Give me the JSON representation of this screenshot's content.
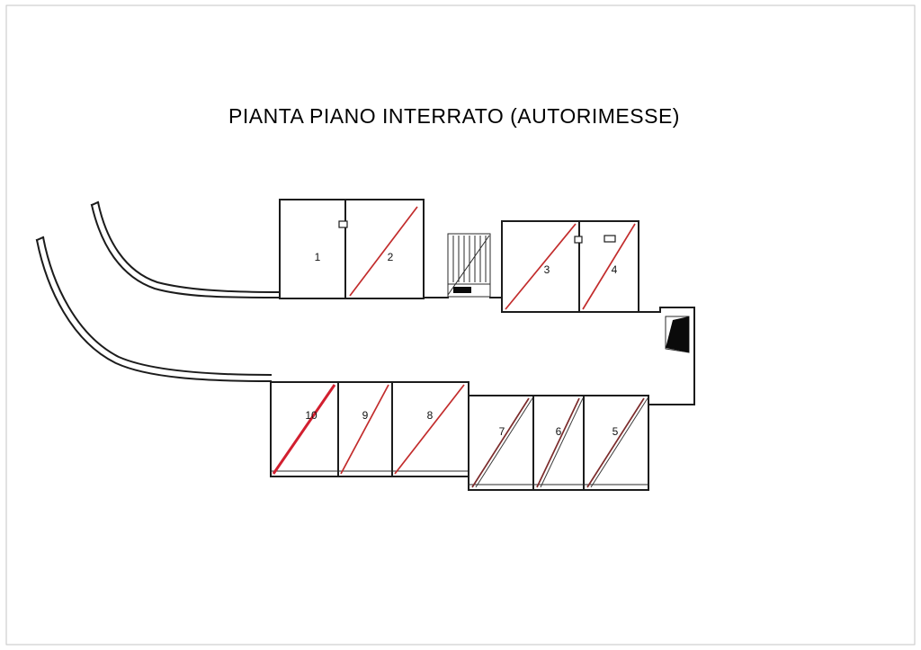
{
  "title": "PIANTA PIANO INTERRATO (AUTORIMESSE)",
  "units": [
    {
      "label": "1"
    },
    {
      "label": "2"
    },
    {
      "label": "3"
    },
    {
      "label": "4"
    },
    {
      "label": "5"
    },
    {
      "label": "6"
    },
    {
      "label": "7"
    },
    {
      "label": "8"
    },
    {
      "label": "9"
    },
    {
      "label": "10"
    }
  ],
  "colors": {
    "background": "#ffffff",
    "frame_border": "#c6c6c6",
    "wall": "#1c1c1c",
    "door_red": "#c22c2c",
    "door_red_thick": "#d21f2f",
    "door_dark_red": "#7c2b2b",
    "marker_black": "#0a0a0a"
  }
}
